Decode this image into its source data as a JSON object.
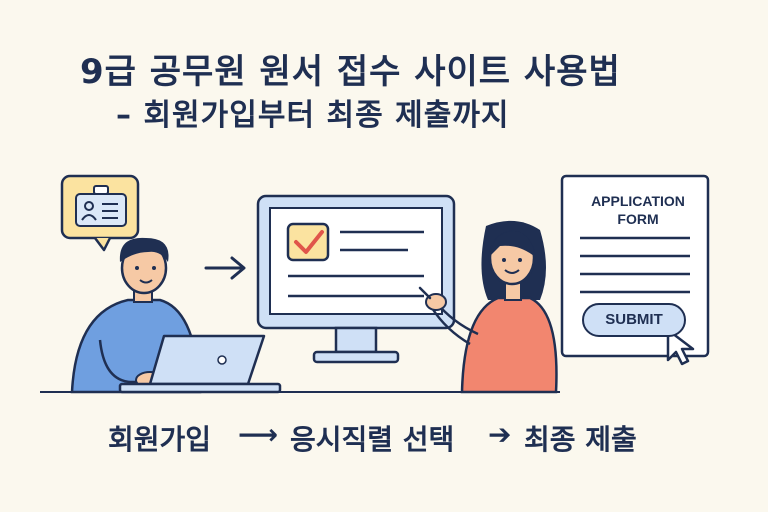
{
  "title": {
    "line1": "9급 공무원 원서 접수 사이트 사용법",
    "line2": "– 회원가입부터 최종 제출까지"
  },
  "form": {
    "heading_line1": "APPLICATION",
    "heading_line2": "FORM",
    "submit_label": "SUBMIT"
  },
  "steps": {
    "step1": "회원가입",
    "arrow1": "⟶",
    "step2": "응시직렬 선택",
    "arrow2": "➔",
    "step3": "최종 제출"
  },
  "colors": {
    "navy": "#1f2f52",
    "background": "#fbf8ee",
    "light_blue": "#cfe0f6",
    "shirt_blue": "#6f9fe0",
    "shirt_salmon": "#f2866f",
    "check_red": "#e0554a",
    "card_yellow": "#fbe3a0"
  },
  "icons": [
    "id-card-icon",
    "arrow-right-icon",
    "checkbox-icon",
    "cursor-icon"
  ]
}
